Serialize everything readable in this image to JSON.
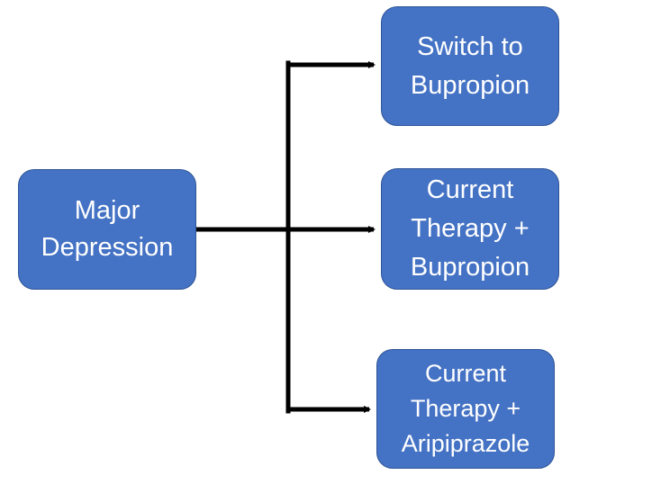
{
  "colors": {
    "box_fill": "#4472c4",
    "box_border": "#2f5597",
    "connector": "#000000",
    "text": "#ffffff"
  },
  "nodes": {
    "source": {
      "lines": [
        "Major",
        "Depression"
      ]
    },
    "treatment_1": {
      "lines": [
        "Switch to",
        "Bupropion"
      ]
    },
    "treatment_2": {
      "lines": [
        "Current",
        "Therapy +",
        "Bupropion"
      ]
    },
    "treatment_3": {
      "lines": [
        "Current",
        "Therapy +",
        "Aripiprazole"
      ]
    }
  },
  "edges": [
    {
      "from": "source",
      "to": "treatment_1"
    },
    {
      "from": "source",
      "to": "treatment_2"
    },
    {
      "from": "source",
      "to": "treatment_3"
    }
  ]
}
